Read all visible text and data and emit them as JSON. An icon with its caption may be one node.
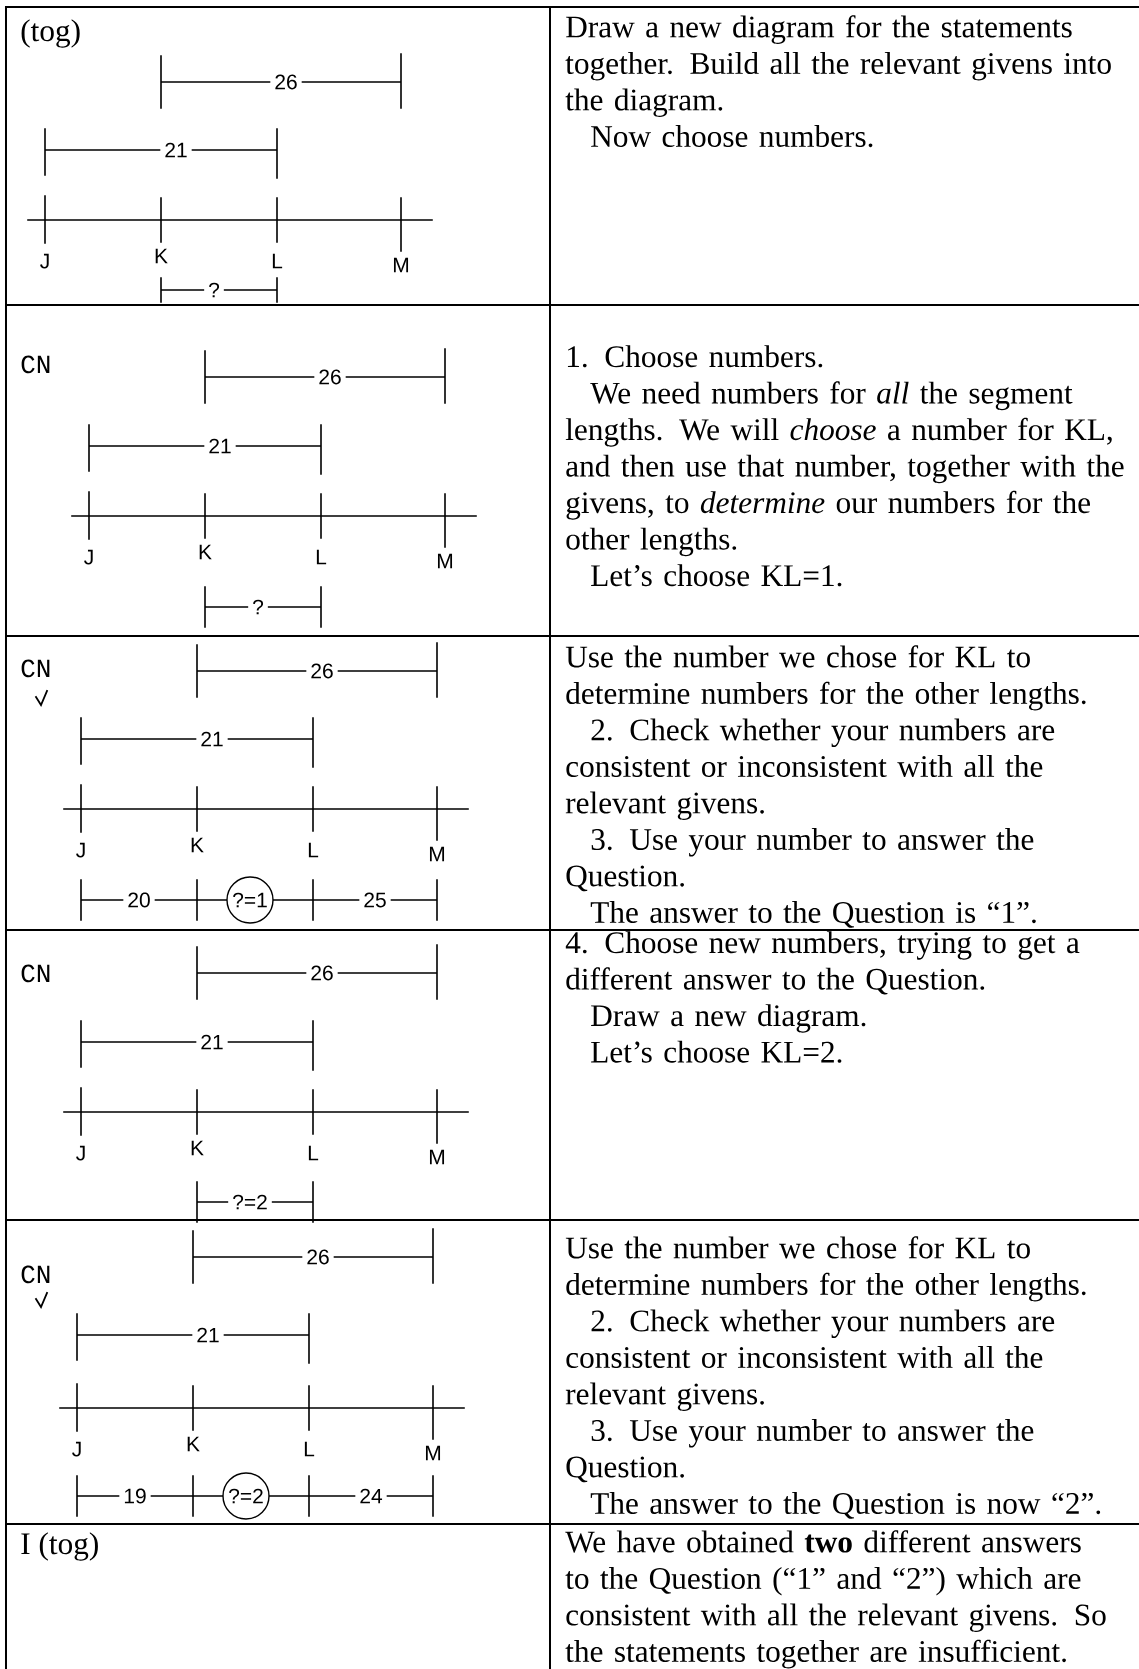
{
  "diagram": {
    "nodes": [
      {
        "text": [
          "?=1"
        ]
      },
      {
        "text": [
          "?=2"
        ]
      }
    ],
    "labels": [
      "(tog)",
      "26",
      "21",
      "J",
      "K",
      "L",
      "M",
      "?",
      "Draw a new diagram for the statements together. Build all the relevant givens into the diagram.",
      "Now choose numbers.",
      "CN",
      "26",
      "21",
      "J",
      "K",
      "L",
      "M",
      "?",
      "1. Choose numbers.",
      "We need numbers for *all* the segment lengths. We will *choose* a number for KL, and then use that number, together with the givens, to *determine* our numbers for the other lengths.",
      "Let’s choose KL=1.",
      "CN",
      "26",
      "21",
      "J",
      "K",
      "L",
      "M",
      "20",
      "25",
      "Use the number we chose for KL to determine numbers for the other lengths.",
      "2. Check whether your numbers are consistent or inconsistent with all the relevant givens.",
      "3. Use your number to answer the Question.",
      "The answer to the Question is “1”.",
      "CN",
      "26",
      "21",
      "J",
      "K",
      "L",
      "M",
      "?=2",
      "4. Choose new numbers, trying to get a different answer to the Question.",
      "Draw a new diagram.",
      "Let’s choose KL=2.",
      "CN",
      "26",
      "21",
      "J",
      "K",
      "L",
      "M",
      "19",
      "24",
      "Use the number we chose for KL to determine numbers for the other lengths.",
      "2. Check whether your numbers are consistent or inconsistent with all the relevant givens.",
      "3. Use your number to answer the Question.",
      "The answer to the Question is now “2”.",
      "I (tog)",
      "We have obtained **two** different answers to the Question (“1” and “2”) which are consistent with all the relevant givens. So the statements together are insufficient."
    ]
  }
}
